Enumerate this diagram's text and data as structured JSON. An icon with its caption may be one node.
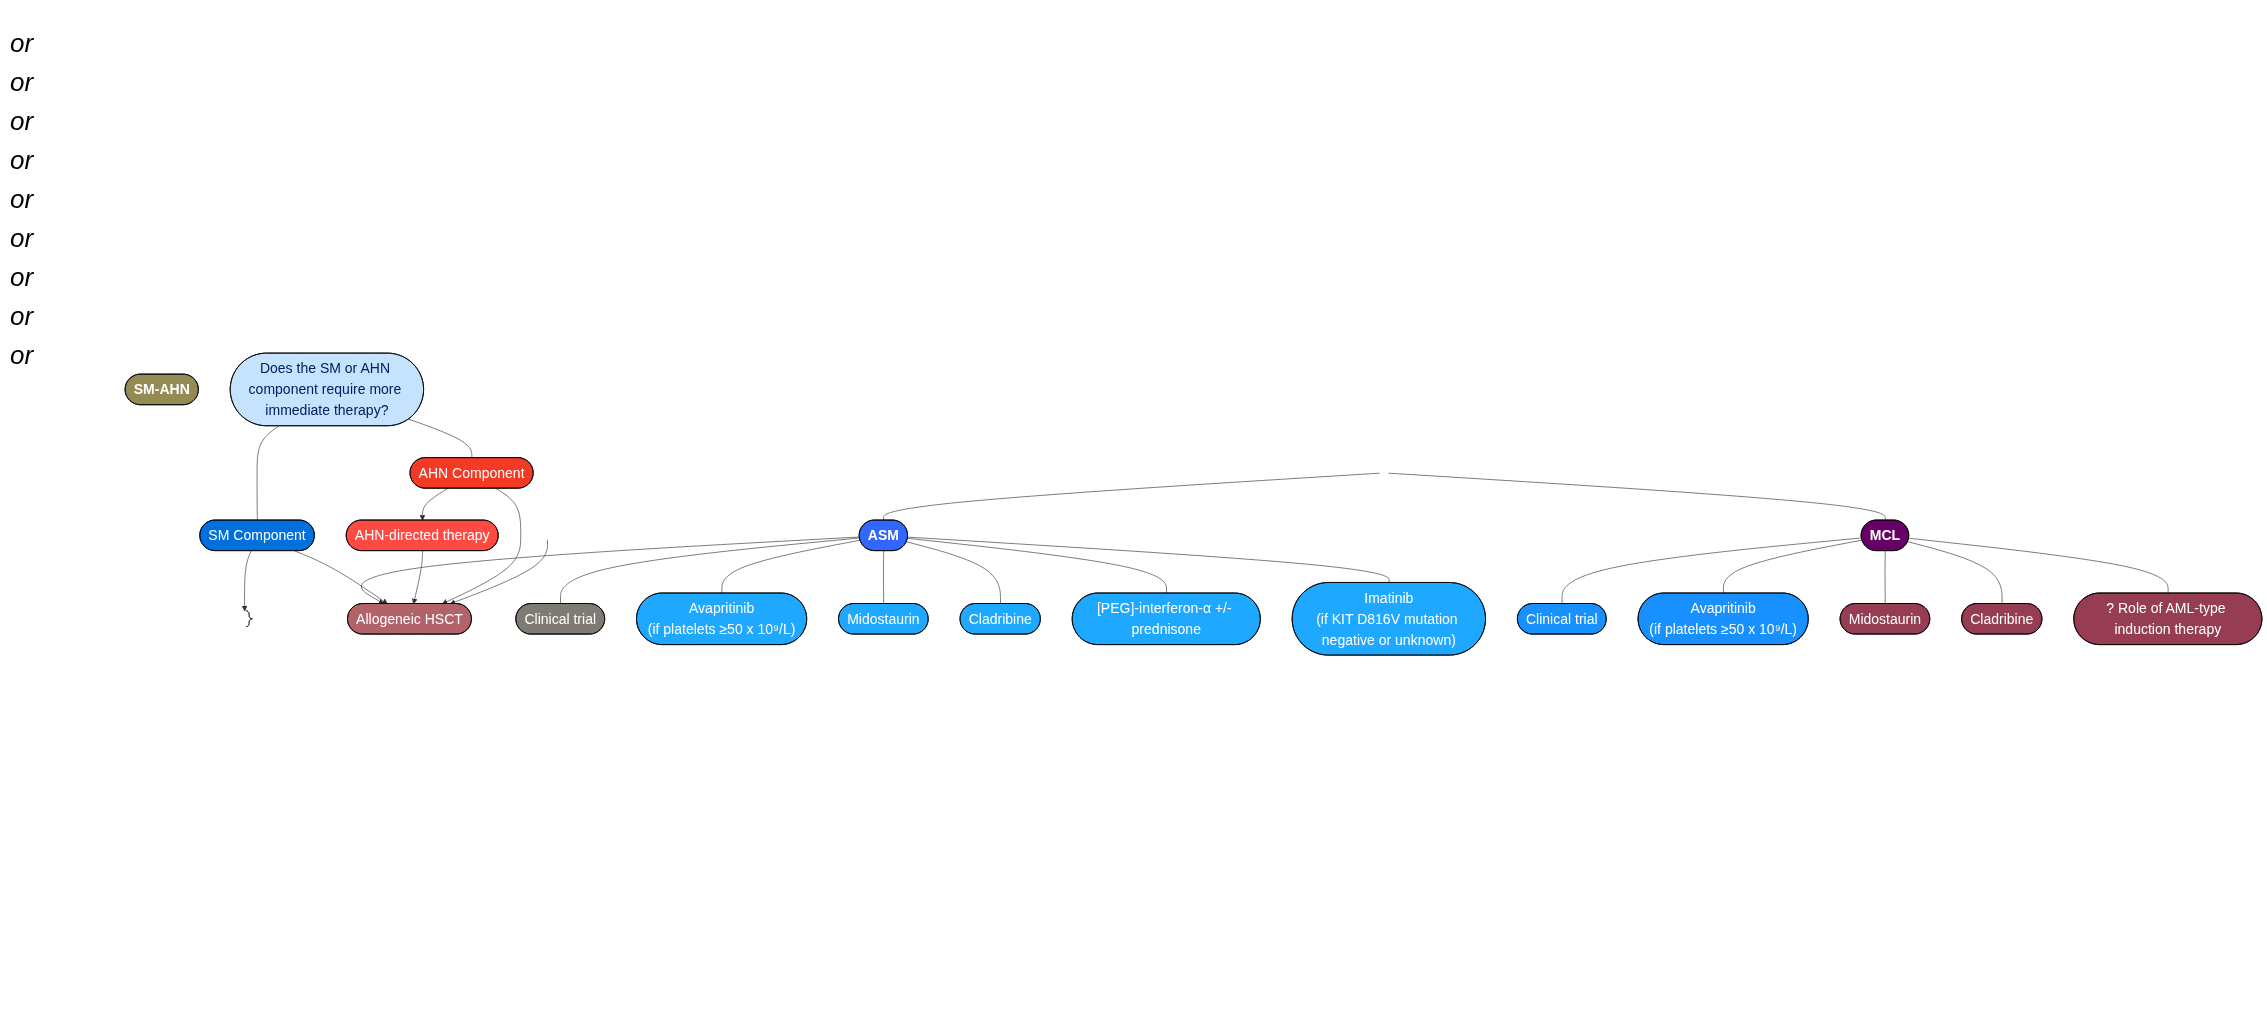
{
  "diagram": {
    "nodes": [
      {
        "text": [
          "ASM"
        ]
      },
      {
        "text": [
          "SM-AHN"
        ]
      },
      {
        "text": [
          "MCL"
        ]
      },
      {
        "text": [
          "Clinical trial"
        ]
      },
      {
        "text": [
          "Avapritinib",
          "(if platelets ≥50 x 10⁹/L)"
        ]
      },
      {
        "text": [
          "Midostaurin"
        ]
      },
      {
        "text": [
          "Cladribine"
        ]
      },
      {
        "text": [
          "[PEG]-interferon-α +/- prednisone"
        ]
      },
      {
        "text": [
          "Imatinib",
          "(if KIT D816V mutation negative or unknown)"
        ]
      },
      {
        "text": [
          "Does the SM or AHN component require more immediate therapy?"
        ]
      },
      {
        "text": [
          "SM Component"
        ]
      },
      {
        "text": [
          "AHN Component"
        ]
      },
      {
        "text": [
          "AHN-directed therapy"
        ]
      },
      {
        "text": [
          "Allogeneic HSCT"
        ]
      },
      {
        "text": [
          "Clinical trial"
        ]
      },
      {
        "text": [
          "Avapritinib",
          "(if platelets ≥50 x 10⁹/L)"
        ]
      },
      {
        "text": [
          "Midostaurin"
        ]
      },
      {
        "text": [
          "Cladribine"
        ]
      },
      {
        "text": [
          "? Role of AML-type induction therapy"
        ]
      },
      {
        "text": [],
        "shape": "bracket"
      }
    ],
    "edges": [
      {
        "from": null,
        "to": 0,
        "arrow": "none"
      },
      {
        "from": null,
        "to": 2,
        "arrow": "none"
      },
      {
        "from": 0,
        "to": 3,
        "arrow": "none"
      },
      {
        "from": 0,
        "to": 4,
        "arrow": "none"
      },
      {
        "from": 0,
        "to": 5,
        "arrow": "none"
      },
      {
        "from": 0,
        "to": 6,
        "arrow": "none"
      },
      {
        "from": 0,
        "to": 7,
        "arrow": "none"
      },
      {
        "from": 0,
        "to": 8,
        "arrow": "none"
      },
      {
        "from": 0,
        "to": 13,
        "arrow": "to"
      },
      {
        "from": 9,
        "to": 10,
        "arrow": "none"
      },
      {
        "from": 9,
        "to": 11,
        "arrow": "none"
      },
      {
        "from": 10,
        "to": 19,
        "arrow": "to"
      },
      {
        "from": 10,
        "to": 13,
        "arrow": "to"
      },
      {
        "from": 11,
        "to": 12,
        "arrow": "to"
      },
      {
        "from": 12,
        "to": 13,
        "arrow": "to"
      },
      {
        "from": 11,
        "to": 13,
        "arrow": "to"
      },
      {
        "from": null,
        "to": 13,
        "arrow": "to"
      },
      {
        "from": 2,
        "to": 14,
        "arrow": "none"
      },
      {
        "from": 2,
        "to": 15,
        "arrow": "none"
      },
      {
        "from": 2,
        "to": 16,
        "arrow": "none"
      },
      {
        "from": 2,
        "to": 17,
        "arrow": "none"
      },
      {
        "from": 2,
        "to": 18,
        "arrow": "none"
      }
    ],
    "labels": [
      "or",
      "or",
      "or",
      "or",
      "or",
      "or",
      "or",
      "or",
      "or"
    ]
  }
}
